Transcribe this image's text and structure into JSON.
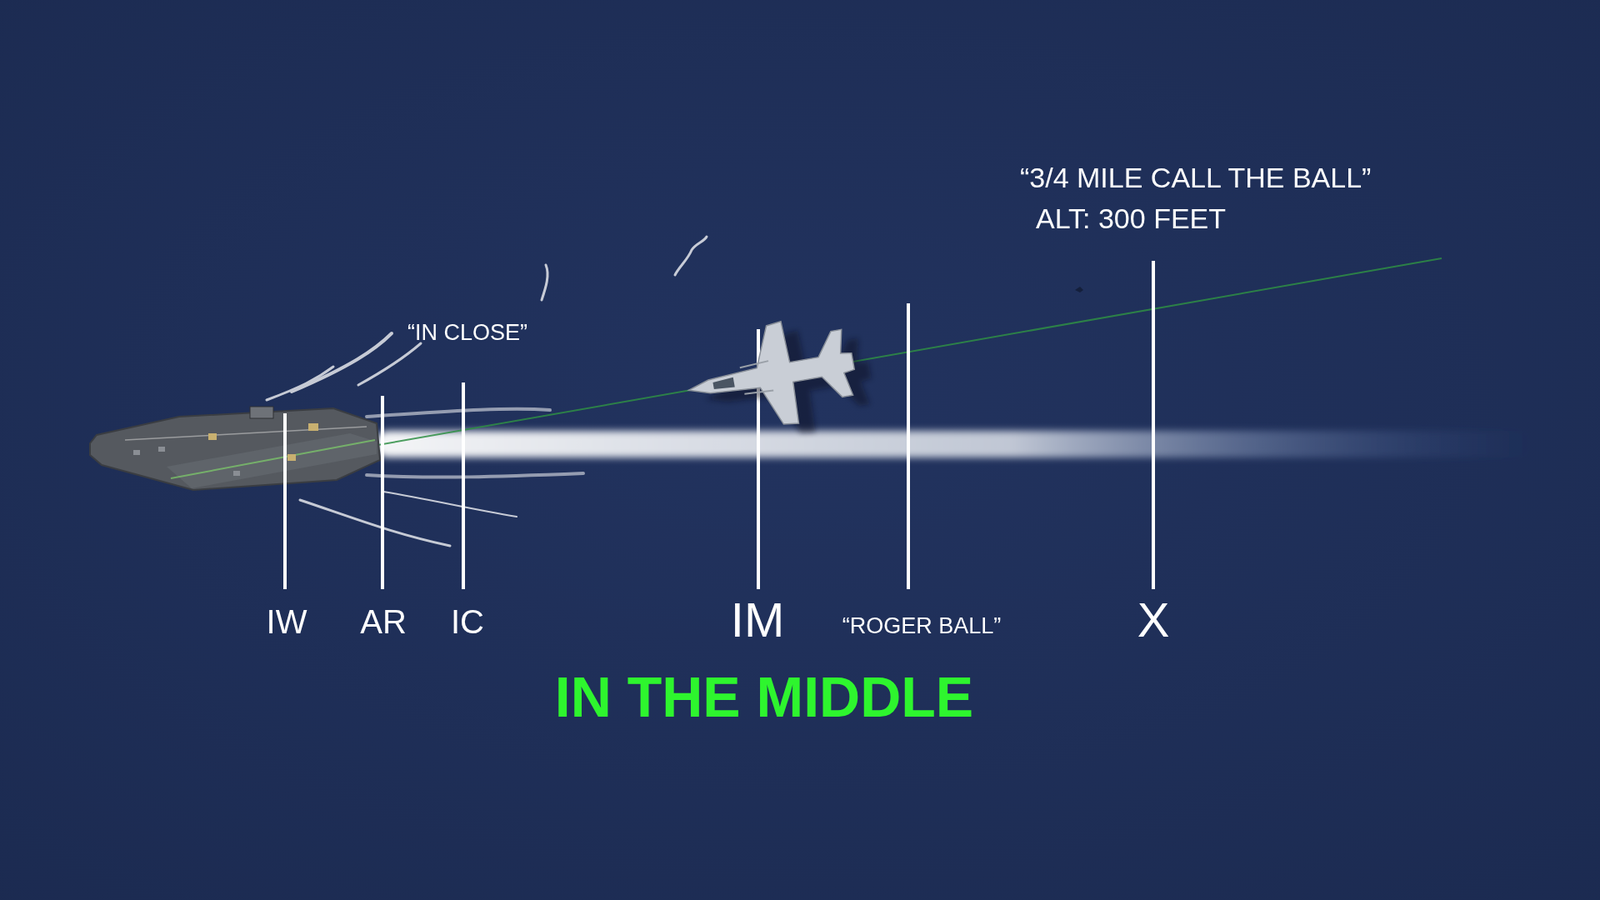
{
  "diagram": {
    "labels": [
      "“3/4 MILE CALL THE BALL”",
      "ALT: 300 FEET",
      "“IN CLOSE”",
      "IW",
      "AR",
      "IC",
      "IM",
      "“ROGER BALL”",
      "X",
      "IN THE MIDDLE"
    ]
  }
}
